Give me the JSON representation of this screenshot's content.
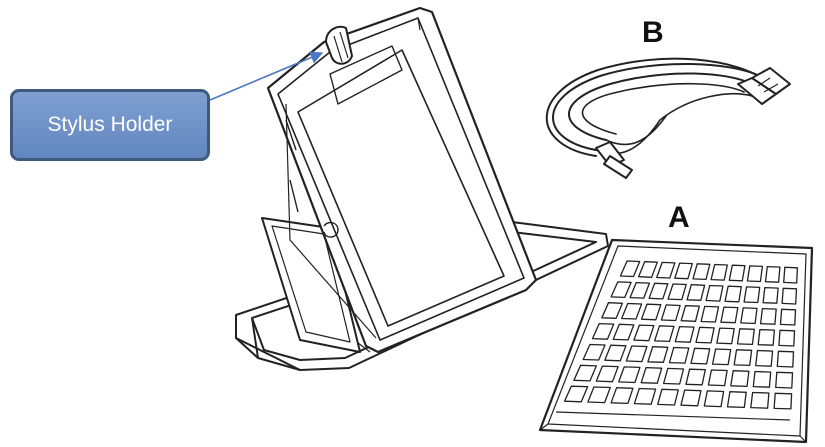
{
  "callout": {
    "label": "Stylus Holder"
  },
  "labels": {
    "cable": "B",
    "keyboard": "A"
  },
  "colors": {
    "callout_fill": "#7096cc",
    "callout_border": "#3d5a80",
    "arrow": "#4a78c2",
    "line_art": "#222222"
  },
  "keyboard": {
    "rows": 7,
    "cols": 10
  }
}
